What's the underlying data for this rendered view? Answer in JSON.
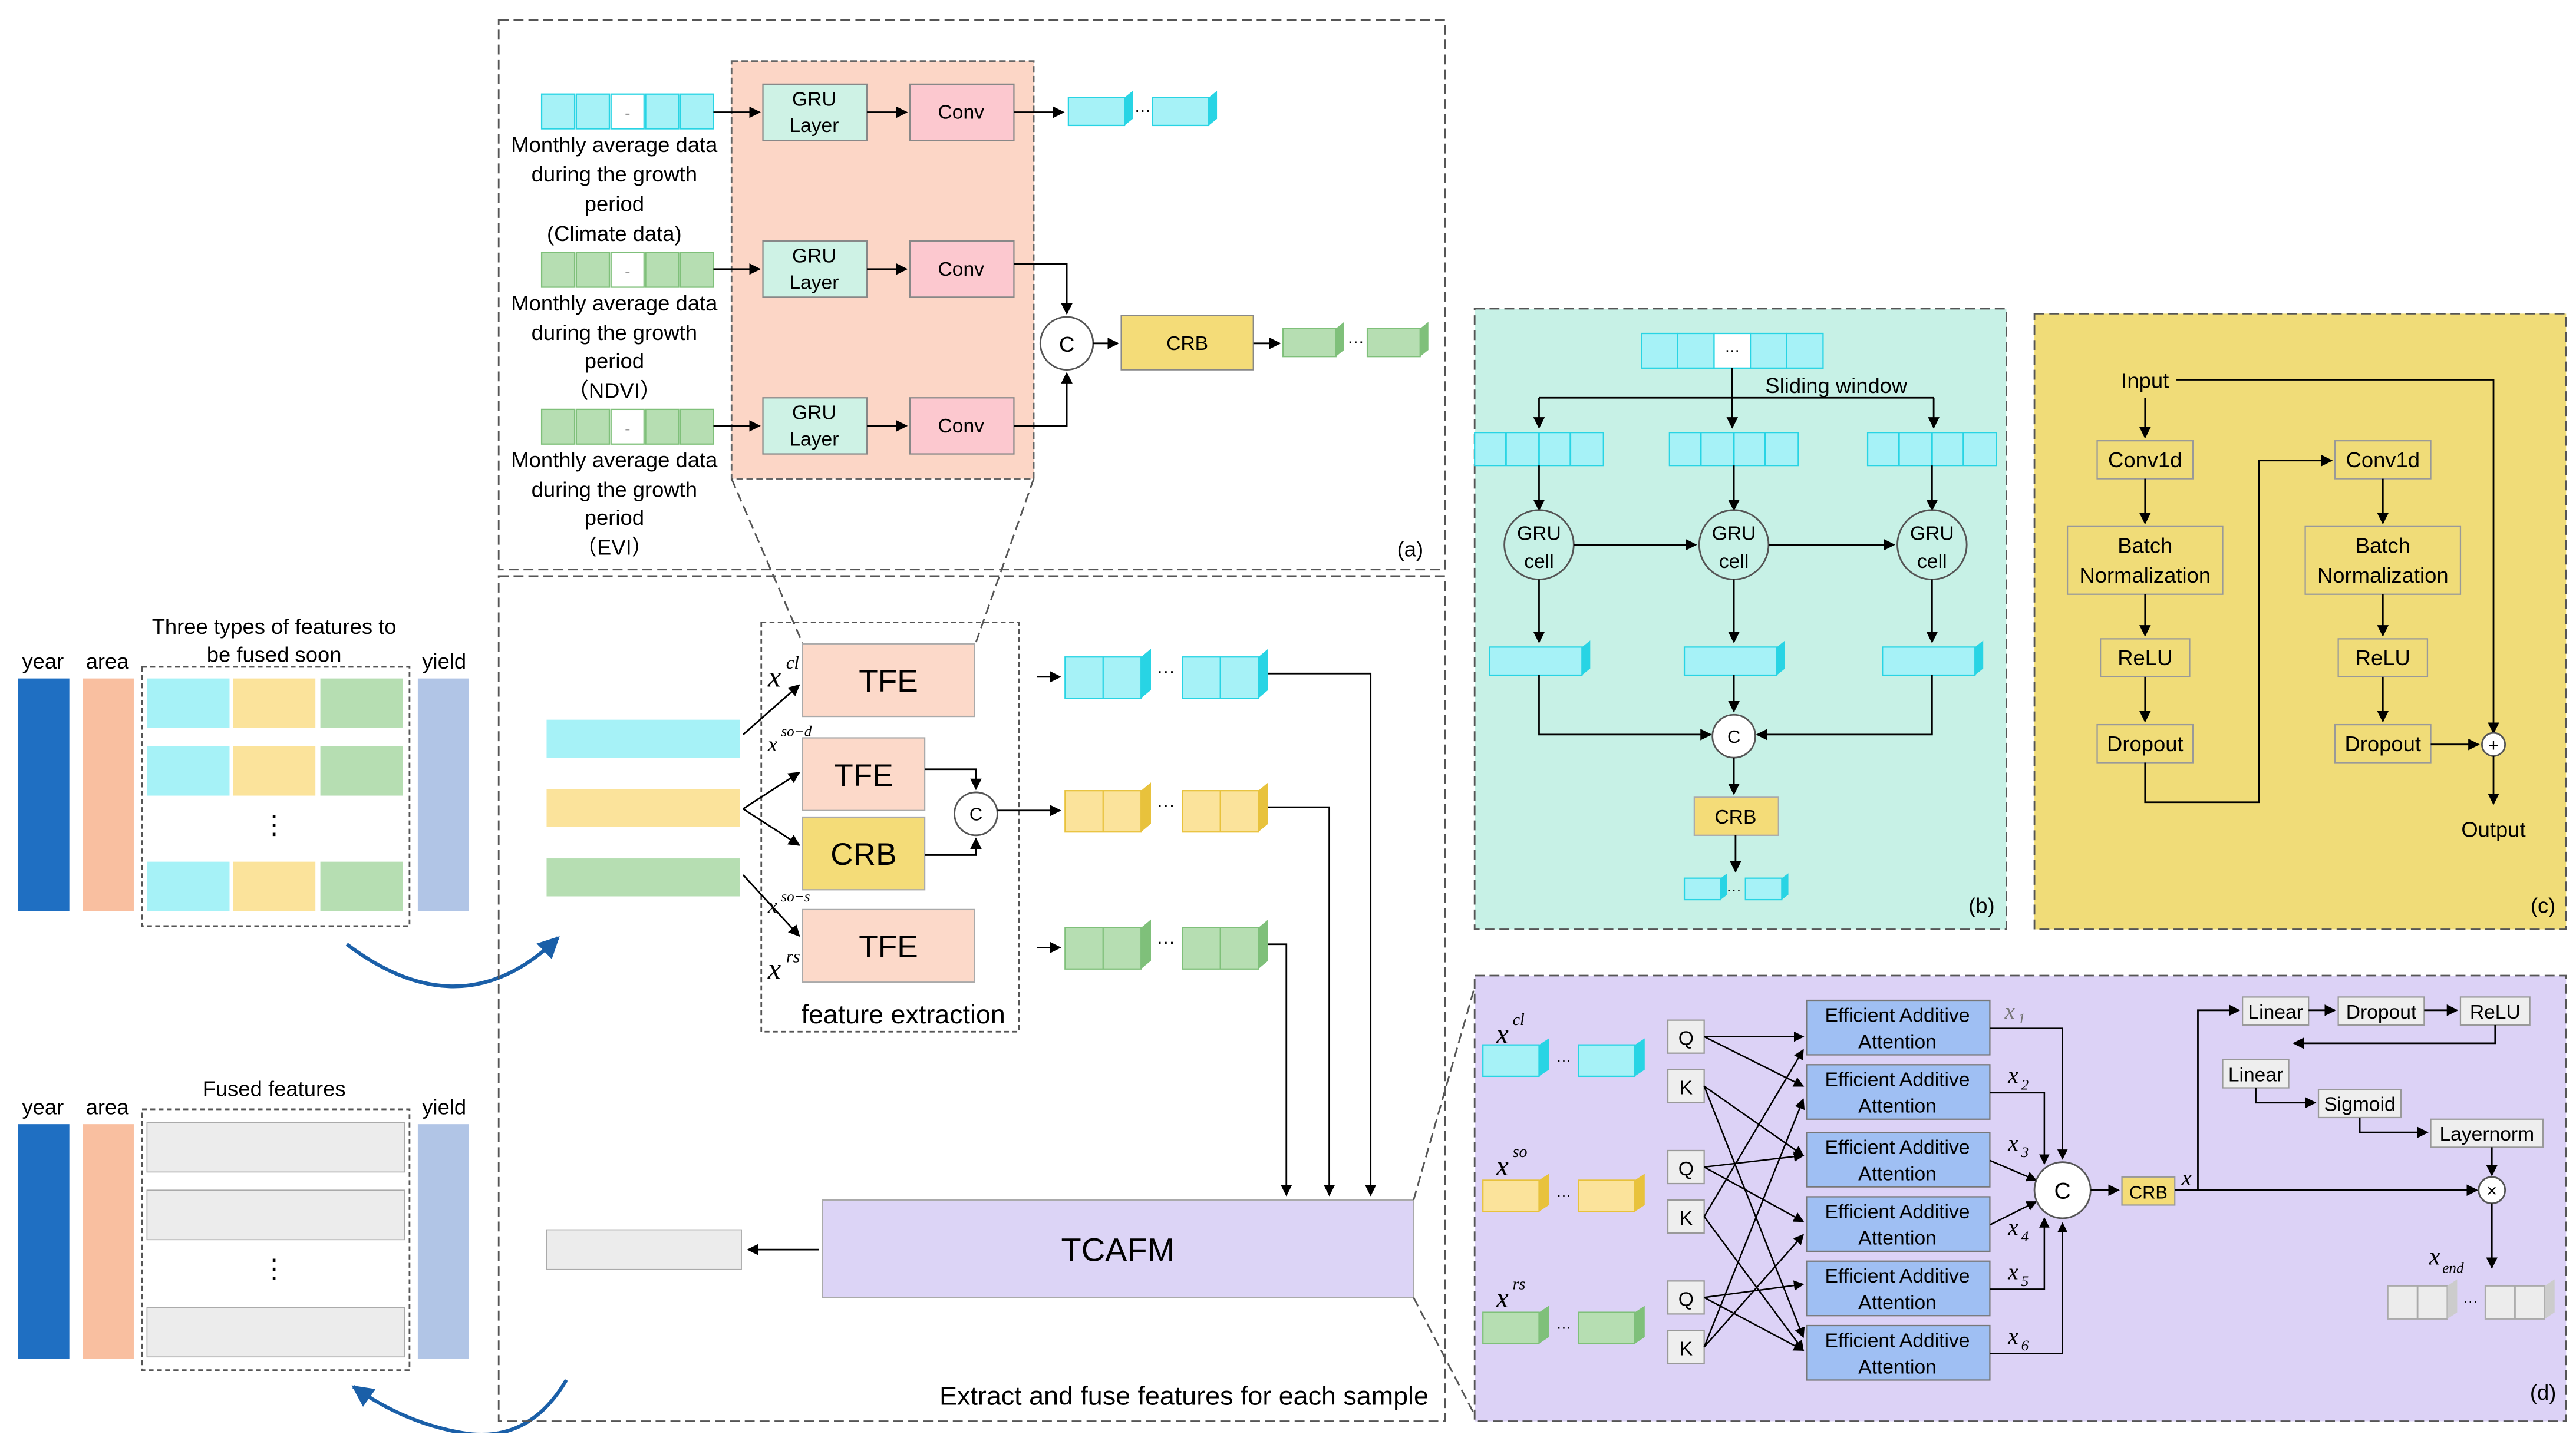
{
  "panel_a": {
    "label": "(a)",
    "gru_label_1": "GRU",
    "gru_label_2": "Layer",
    "conv_label": "Conv",
    "crb_label": "CRB",
    "concat_label": "C",
    "ellipsis": "···",
    "input_gap": "-",
    "captions": {
      "climate": [
        "Monthly average data",
        "during the growth",
        "period",
        "(Climate data)"
      ],
      "ndvi": [
        "Monthly average data",
        "during the growth",
        "period",
        "（NDVI）"
      ],
      "evi": [
        "Monthly average data",
        "during the growth",
        "period",
        "（EVI）"
      ]
    }
  },
  "main_panel": {
    "features_title_1": "Three types of features to",
    "features_title_2": "be fused soon",
    "fused_title": "Fused features",
    "year": "year",
    "area": "area",
    "yield": "yield",
    "vdots": "⋮",
    "tfe_label": "TFE",
    "crb_label": "CRB",
    "concat_label": "C",
    "feature_extraction": "feature extraction",
    "tcafm_label": "TCAFM",
    "footer": "Extract and fuse features for each sample",
    "ellipsis": "···",
    "symbols": {
      "x": "x",
      "cl": "cl",
      "so_d": "so−d",
      "so_s": "so−s",
      "rs": "rs"
    }
  },
  "panel_b": {
    "label": "(b)",
    "sliding_window": "Sliding window",
    "gru_1": "GRU",
    "gru_2": "cell",
    "concat_label": "C",
    "crb_label": "CRB",
    "ellipsis": "···"
  },
  "panel_c": {
    "label": "(c)",
    "input": "Input",
    "output": "Output",
    "conv1d": "Conv1d",
    "bn_1": "Batch",
    "bn_2": "Normalization",
    "relu": "ReLU",
    "dropout": "Dropout",
    "plus": "+"
  },
  "panel_d": {
    "label": "(d)",
    "q": "Q",
    "k": "K",
    "eaa_1": "Efficient Additive",
    "eaa_2": "Attention",
    "concat_label": "C",
    "crb_label": "CRB",
    "linear": "Linear",
    "dropout": "Dropout",
    "relu": "ReLU",
    "sigmoid": "Sigmoid",
    "layernorm": "Layernorm",
    "times": "×",
    "ellipsis": "···",
    "x": "x",
    "subs": [
      "1",
      "2",
      "3",
      "4",
      "5",
      "6"
    ],
    "end_sub": "end",
    "sup_cl": "cl",
    "sup_so": "so",
    "sup_rs": "rs"
  },
  "colors": {
    "climate": "#a6f2f7",
    "climate_dark": "#28d4e4",
    "soil": "#fbe39b",
    "soil_dark": "#e8c23c",
    "rs": "#b6deb2",
    "rs_dark": "#7fc07a",
    "year_bar": "#1f6fc2",
    "area_bar": "#f9bfa0",
    "yield_bar": "#b1c5e6",
    "tfe": "#fcd9c9",
    "panel_a_bg": "#fcd6c6",
    "gru_layer": "#cef2e5",
    "conv": "#fcc8cf",
    "crb": "#f4dc78",
    "panel_b_bg": "#c7f1e6",
    "panel_c_bg": "#f0dc78",
    "panel_d_bg": "#dcd2f6",
    "tcafm": "#dcd4f6",
    "eaa": "#9fbff3",
    "grey": "#e8e8e8",
    "arrow_blue": "#1a5fa8"
  }
}
